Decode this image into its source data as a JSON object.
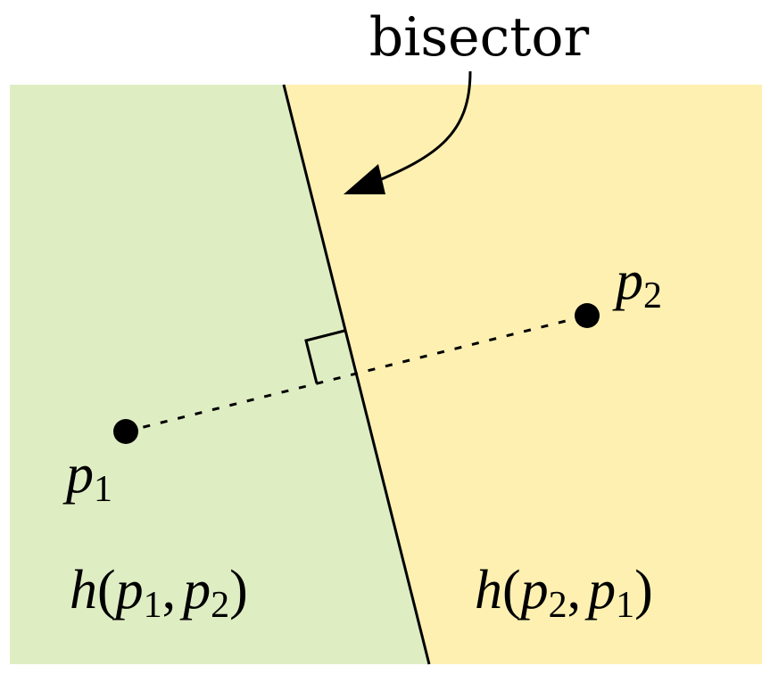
{
  "colors": {
    "left_region": "#dfedc3",
    "right_region": "#fdf0b1",
    "ink": "#000000",
    "background": "#ffffff"
  },
  "callout": {
    "label": "bisector"
  },
  "points": {
    "p1": {
      "base": "p",
      "sub": "1"
    },
    "p2": {
      "base": "p",
      "sub": "2"
    }
  },
  "regions": {
    "left": {
      "fn": "h",
      "open": "(",
      "a_base": "p",
      "a_sub": "1",
      "comma": ",",
      "b_base": "p",
      "b_sub": "2",
      "close": ")"
    },
    "right": {
      "fn": "h",
      "open": "(",
      "a_base": "p",
      "a_sub": "2",
      "comma": ",",
      "b_base": "p",
      "b_sub": "1",
      "close": ")"
    }
  },
  "icons": {
    "arrow": "curved-arrow-icon",
    "right_angle": "right-angle-marker-icon"
  }
}
